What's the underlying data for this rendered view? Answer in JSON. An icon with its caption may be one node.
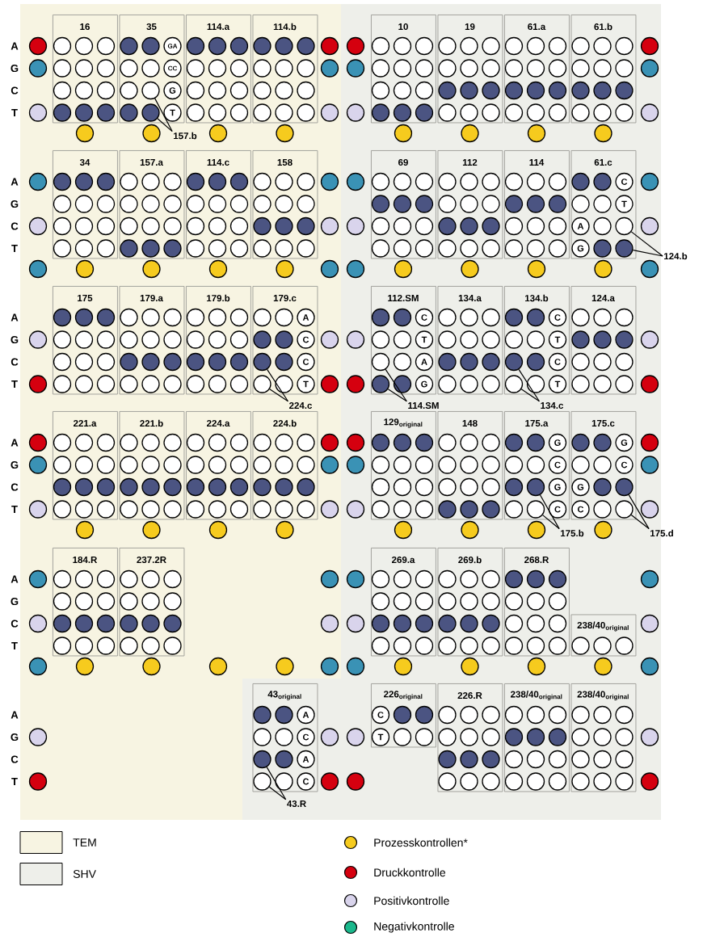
{
  "diagram": {
    "nodes": [
      {
        "text": [
          "16"
        ]
      },
      {
        "text": [
          "35"
        ]
      },
      {
        "text": [
          "GA"
        ],
        "in": 1
      },
      {
        "text": [
          "CC"
        ],
        "in": 1
      },
      {
        "text": [],
        "shape": "circle",
        "in": 1
      },
      {
        "text": [
          "G"
        ],
        "in": 1
      },
      {
        "text": [],
        "shape": "circle",
        "in": 1
      },
      {
        "text": [
          "T"
        ],
        "in": 1
      },
      {
        "text": [
          "157.b"
        ]
      },
      {
        "text": [
          "114.a"
        ]
      },
      {
        "text": [
          "114.b"
        ]
      },
      {
        "text": [
          "10"
        ]
      },
      {
        "text": [
          "19"
        ]
      },
      {
        "text": [
          "61.a"
        ]
      },
      {
        "text": [
          "61.b"
        ]
      },
      {
        "text": [
          "34"
        ]
      },
      {
        "text": [
          "157.a"
        ]
      },
      {
        "text": [
          "114.c"
        ]
      },
      {
        "text": [
          "158"
        ]
      },
      {
        "text": [
          "69"
        ]
      },
      {
        "text": [
          "112"
        ]
      },
      {
        "text": [
          "114"
        ]
      },
      {
        "text": [
          "61.c"
        ]
      },
      {
        "text": [
          "C"
        ],
        "in": 22
      },
      {
        "text": [
          "T"
        ],
        "in": 22
      },
      {
        "text": [
          "A"
        ],
        "in": 22
      },
      {
        "text": [],
        "shape": "circle",
        "in": 22
      },
      {
        "text": [
          "G"
        ],
        "in": 22
      },
      {
        "text": [],
        "shape": "circle",
        "in": 22
      },
      {
        "text": [
          "124.b"
        ]
      },
      {
        "text": [
          "175"
        ]
      },
      {
        "text": [
          "179.a"
        ]
      },
      {
        "text": [
          "179.b"
        ]
      },
      {
        "text": [
          "179.c"
        ]
      },
      {
        "text": [
          "A"
        ],
        "in": 33
      },
      {
        "text": [
          "C"
        ],
        "in": 33
      },
      {
        "text": [],
        "shape": "circle",
        "in": 33
      },
      {
        "text": [
          "C"
        ],
        "in": 33
      },
      {
        "text": [],
        "shape": "circle",
        "in": 33
      },
      {
        "text": [
          "T"
        ],
        "in": 33
      },
      {
        "text": [
          "224.c"
        ]
      },
      {
        "text": [
          "112.SM"
        ]
      },
      {
        "text": [
          "C"
        ],
        "in": 41
      },
      {
        "text": [
          "T"
        ],
        "in": 41
      },
      {
        "text": [],
        "shape": "circle",
        "in": 41
      },
      {
        "text": [
          "A"
        ],
        "in": 41
      },
      {
        "text": [],
        "shape": "circle",
        "in": 41
      },
      {
        "text": [
          "G"
        ],
        "in": 41
      },
      {
        "text": [
          "114.SM"
        ]
      },
      {
        "text": [
          "134.a"
        ]
      },
      {
        "text": [
          "134.b"
        ]
      },
      {
        "text": [
          "C"
        ],
        "in": 50
      },
      {
        "text": [
          "T"
        ],
        "in": 50
      },
      {
        "text": [],
        "shape": "circle",
        "in": 50
      },
      {
        "text": [
          "C"
        ],
        "in": 50
      },
      {
        "text": [],
        "shape": "circle",
        "in": 50
      },
      {
        "text": [
          "T"
        ],
        "in": 50
      },
      {
        "text": [
          "134.c"
        ]
      },
      {
        "text": [
          "124.a"
        ]
      },
      {
        "text": [
          "221.a"
        ]
      },
      {
        "text": [
          "221.b"
        ]
      },
      {
        "text": [
          "224.a"
        ]
      },
      {
        "text": [
          "224.b"
        ]
      },
      {
        "text": [
          "129$_{original}$"
        ]
      },
      {
        "text": [
          "148"
        ]
      },
      {
        "text": [
          "175.a"
        ]
      },
      {
        "text": [
          "G"
        ],
        "in": 65
      },
      {
        "text": [
          "C"
        ],
        "in": 65
      },
      {
        "text": [],
        "shape": "circle",
        "in": 65
      },
      {
        "text": [
          "G"
        ],
        "in": 65
      },
      {
        "text": [],
        "shape": "circle",
        "in": 65
      },
      {
        "text": [
          "C"
        ],
        "in": 65
      },
      {
        "text": [
          "175.b"
        ]
      },
      {
        "text": [
          "175.c"
        ]
      },
      {
        "text": [
          "G"
        ],
        "in": 73
      },
      {
        "text": [
          "C"
        ],
        "in": 73
      },
      {
        "text": [
          "G"
        ],
        "in": 73
      },
      {
        "text": [],
        "shape": "circle",
        "in": 73
      },
      {
        "text": [
          "C"
        ],
        "in": 73
      },
      {
        "text": [],
        "shape": "circle",
        "in": 73
      },
      {
        "text": [
          "175.d"
        ]
      },
      {
        "text": [
          "184.R"
        ]
      },
      {
        "text": [
          "237.2R"
        ]
      },
      {
        "text": [
          "269.a"
        ]
      },
      {
        "text": [
          "269.b"
        ]
      },
      {
        "text": [
          "268.R"
        ]
      },
      {
        "text": [
          "238/40$_{original}$"
        ]
      },
      {
        "text": [
          "43$_{original}$"
        ]
      },
      {
        "text": [
          "A"
        ],
        "in": 87
      },
      {
        "text": [
          "C"
        ],
        "in": 87
      },
      {
        "text": [],
        "shape": "circle",
        "in": 87
      },
      {
        "text": [
          "A"
        ],
        "in": 87
      },
      {
        "text": [],
        "shape": "circle",
        "in": 87
      },
      {
        "text": [
          "C"
        ],
        "in": 87
      },
      {
        "text": [
          "43.R"
        ]
      },
      {
        "text": [
          "226$_{original}$"
        ]
      },
      {
        "text": [
          "C"
        ],
        "in": 95
      },
      {
        "text": [
          "T"
        ],
        "in": 95
      },
      {
        "text": [
          "226.R"
        ]
      },
      {
        "text": [
          "238/40$_{original}$"
        ]
      },
      {
        "text": [
          "238/40$_{original}$"
        ]
      },
      {
        "text": [],
        "shape": "circle",
        "in": 1
      },
      {
        "text": [],
        "shape": "circle",
        "in": 1
      },
      {
        "text": [],
        "shape": "circle",
        "in": 1
      },
      {
        "text": [],
        "shape": "circle",
        "in": 1
      },
      {
        "text": [],
        "shape": "circle",
        "in": 1
      },
      {
        "text": [],
        "shape": "circle",
        "in": 1
      },
      {
        "text": [],
        "shape": "circle",
        "in": 22
      },
      {
        "text": [],
        "shape": "circle",
        "in": 22
      },
      {
        "text": [],
        "shape": "circle",
        "in": 22
      },
      {
        "text": [],
        "shape": "circle",
        "in": 22
      },
      {
        "text": [],
        "shape": "circle",
        "in": 22
      },
      {
        "text": [],
        "shape": "circle",
        "in": 22
      },
      {
        "text": [],
        "shape": "circle",
        "in": 33
      },
      {
        "text": [],
        "shape": "circle",
        "in": 33
      },
      {
        "text": [],
        "shape": "circle",
        "in": 33
      },
      {
        "text": [],
        "shape": "circle",
        "in": 33
      },
      {
        "text": [],
        "shape": "circle",
        "in": 33
      },
      {
        "text": [],
        "shape": "circle",
        "in": 33
      },
      {
        "text": [],
        "shape": "circle",
        "in": 41
      },
      {
        "text": [],
        "shape": "circle",
        "in": 41
      },
      {
        "text": [],
        "shape": "circle",
        "in": 41
      },
      {
        "text": [],
        "shape": "circle",
        "in": 41
      },
      {
        "text": [],
        "shape": "circle",
        "in": 41
      },
      {
        "text": [],
        "shape": "circle",
        "in": 41
      },
      {
        "text": [],
        "shape": "circle",
        "in": 50
      },
      {
        "text": [],
        "shape": "circle",
        "in": 50
      },
      {
        "text": [],
        "shape": "circle",
        "in": 50
      },
      {
        "text": [],
        "shape": "circle",
        "in": 50
      },
      {
        "text": [],
        "shape": "circle",
        "in": 50
      },
      {
        "text": [],
        "shape": "circle",
        "in": 50
      },
      {
        "text": [],
        "shape": "circle",
        "in": 65
      },
      {
        "text": [],
        "shape": "circle",
        "in": 65
      },
      {
        "text": [],
        "shape": "circle",
        "in": 65
      },
      {
        "text": [],
        "shape": "circle",
        "in": 65
      },
      {
        "text": [],
        "shape": "circle",
        "in": 65
      },
      {
        "text": [],
        "shape": "circle",
        "in": 65
      },
      {
        "text": [],
        "shape": "circle",
        "in": 73
      },
      {
        "text": [],
        "shape": "circle",
        "in": 73
      },
      {
        "text": [],
        "shape": "circle",
        "in": 73
      },
      {
        "text": [],
        "shape": "circle",
        "in": 73
      },
      {
        "text": [],
        "shape": "circle",
        "in": 73
      },
      {
        "text": [],
        "shape": "circle",
        "in": 73
      },
      {
        "text": [],
        "shape": "circle",
        "in": 87
      },
      {
        "text": [],
        "shape": "circle",
        "in": 87
      },
      {
        "text": [],
        "shape": "circle",
        "in": 87
      },
      {
        "text": [],
        "shape": "circle",
        "in": 87
      },
      {
        "text": [],
        "shape": "circle",
        "in": 87
      },
      {
        "text": [],
        "shape": "circle",
        "in": 87
      },
      {
        "text": [],
        "shape": "circle",
        "in": 95
      },
      {
        "text": [],
        "shape": "circle",
        "in": 95
      },
      {
        "text": [],
        "shape": "circle",
        "in": 95
      },
      {
        "text": [],
        "shape": "circle",
        "in": 95
      }
    ],
    "edges": [
      {
        "from": 8,
        "to": 4,
        "arrow": "none"
      },
      {
        "from": 8,
        "to": 6,
        "arrow": "none"
      },
      {
        "from": 29,
        "to": 26,
        "arrow": "none"
      },
      {
        "from": 29,
        "to": 28,
        "arrow": "none"
      },
      {
        "from": 40,
        "to": 36,
        "arrow": "none"
      },
      {
        "from": 40,
        "to": 38,
        "arrow": "none"
      },
      {
        "from": 48,
        "to": 44,
        "arrow": "none"
      },
      {
        "from": 48,
        "to": 46,
        "arrow": "none"
      },
      {
        "from": 57,
        "to": 53,
        "arrow": "none"
      },
      {
        "from": 57,
        "to": 55,
        "arrow": "none"
      },
      {
        "from": 72,
        "to": 68,
        "arrow": "none"
      },
      {
        "from": 72,
        "to": 70,
        "arrow": "none"
      },
      {
        "from": 80,
        "to": 77,
        "arrow": "none"
      },
      {
        "from": 80,
        "to": 79,
        "arrow": "none"
      },
      {
        "from": 94,
        "to": 90,
        "arrow": "none"
      },
      {
        "from": 94,
        "to": 92,
        "arrow": "none"
      }
    ],
    "labels": [
      "A",
      "G",
      "C",
      "T",
      "A",
      "G",
      "C",
      "T",
      "A",
      "G",
      "C",
      "T",
      "A",
      "G",
      "C",
      "T",
      "A",
      "G",
      "C",
      "T",
      "A",
      "G",
      "C",
      "T"
    ],
    "legend": [
      {
        "text": "TEM",
        "color": "#f7f4e2"
      },
      {
        "text": "SHV",
        "color": "#eeefea"
      },
      {
        "text": "Prozesskontrollen*",
        "color": "#f6cb1e"
      },
      {
        "text": "Druckkontrolle",
        "color": "#d5000f"
      },
      {
        "text": "Positivkontrolle",
        "color": "#d9d4ec"
      },
      {
        "text": "Negativkontrolle",
        "color": "#1ab88c"
      }
    ]
  }
}
